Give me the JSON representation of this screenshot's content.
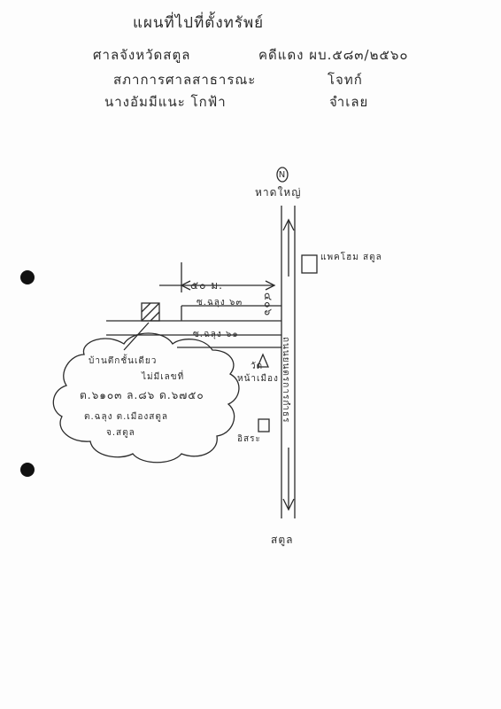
{
  "header": {
    "title": "แผนที่ไปที่ตั้งทรัพย์",
    "line2_left": "ศาลจังหวัดสตูล",
    "line2_right": "คดีแดง ผบ.๕๘๓/๒๕๖๐",
    "line3_left": "สภาการศาลสาธารณะ",
    "line3_right": "โจทก์",
    "line4_left": "นางอัมมีแนะ โกฟ้า",
    "line4_right": "จำเลย"
  },
  "map": {
    "north_label": "หาดใหญ่",
    "south_label": "สตูล",
    "highway_label": "๔๐๖",
    "highway_name": "ถนนยนตรการกำธร",
    "distance_label": "๕๐ ม.",
    "soi_upper": "ซ.ฉลุง ๖๓",
    "soi_lower": "ซ.ฉลุง ๖๑",
    "landmark_right_top": "แพคโฮม สตูล",
    "landmark_temple": "วัด",
    "landmark_temple_sub": "หน้าเมือง",
    "landmark_right_bottom": "อิสระ",
    "north_symbol": "N",
    "cloud_line1": "บ้านตึกชั้นเดียว",
    "cloud_line2": "ไม่มีเลขที่",
    "cloud_line3": "ต.๖๑๐๓ ล.๘๖ ด.๖๗๕๐",
    "cloud_line4": "ต.ฉลุง ต.เมืองสตูล",
    "cloud_line5": "จ.สตูล"
  }
}
